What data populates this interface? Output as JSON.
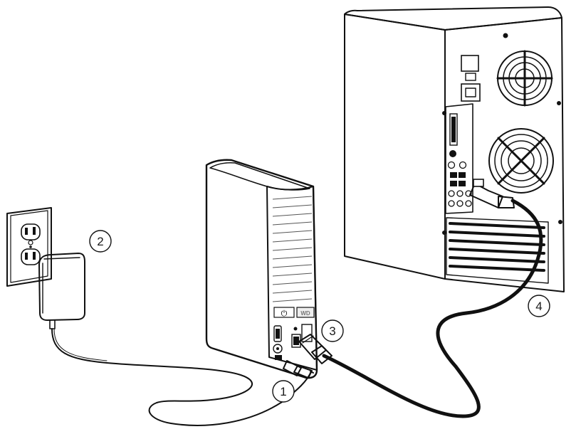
{
  "callouts": {
    "step1": "1",
    "step2": "2",
    "step3": "3",
    "step4": "4"
  },
  "drive": {
    "power_symbol": "⏻",
    "logo_text": "WD"
  },
  "colors": {
    "line": "#111111",
    "background": "#ffffff",
    "tower_side": "#f4f4f4",
    "tower_back": "#fafafa",
    "drive_top": "#f6f6f6",
    "drive_side": "#d8d8d8"
  }
}
